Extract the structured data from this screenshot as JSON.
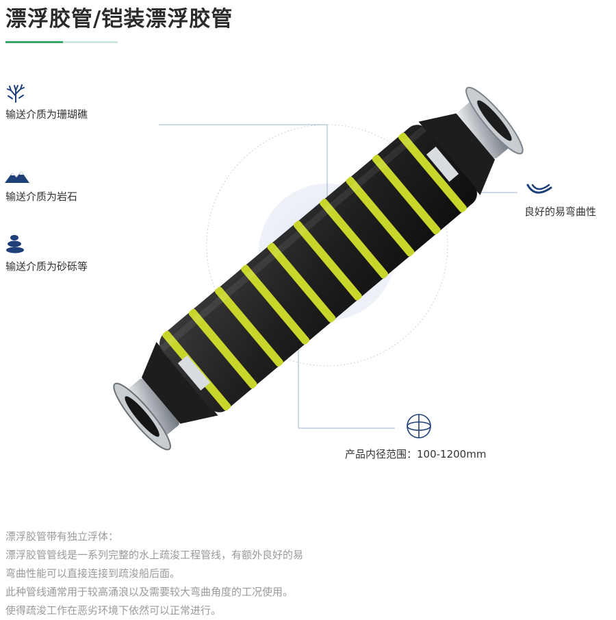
{
  "title": "漂浮胶管/铠装漂浮胶管",
  "features": {
    "coral": {
      "label": "输送介质为珊瑚礁",
      "icon": "coral-icon"
    },
    "rock": {
      "label": "输送介质为岩石",
      "icon": "mountain-icon"
    },
    "gravel": {
      "label": "输送介质为砂砾等",
      "icon": "stones-icon"
    },
    "bending": {
      "label": "良好的易弯曲性",
      "icon": "curve-icon"
    },
    "diameter": {
      "label": "产品内径范围：100-1200mm",
      "icon": "globe-icon"
    }
  },
  "description": [
    "漂浮胶管带有独立浮体：",
    "漂浮胶管管线是一系列完整的水上疏浚工程管线，有额外良好的易",
    "弯曲性能可以直接连接到疏浚船后面。",
    "此种管线通常用于较高涌浪以及需要较大弯曲角度的工况使用。",
    "使得疏浚工作在恶劣环境下依然可以正常进行。"
  ],
  "colors": {
    "accent_green": "#3aa76d",
    "icon_blue": "#1f3f78",
    "pipe_yellow": "#c8d62c",
    "pipe_black": "#2a2a2a"
  }
}
